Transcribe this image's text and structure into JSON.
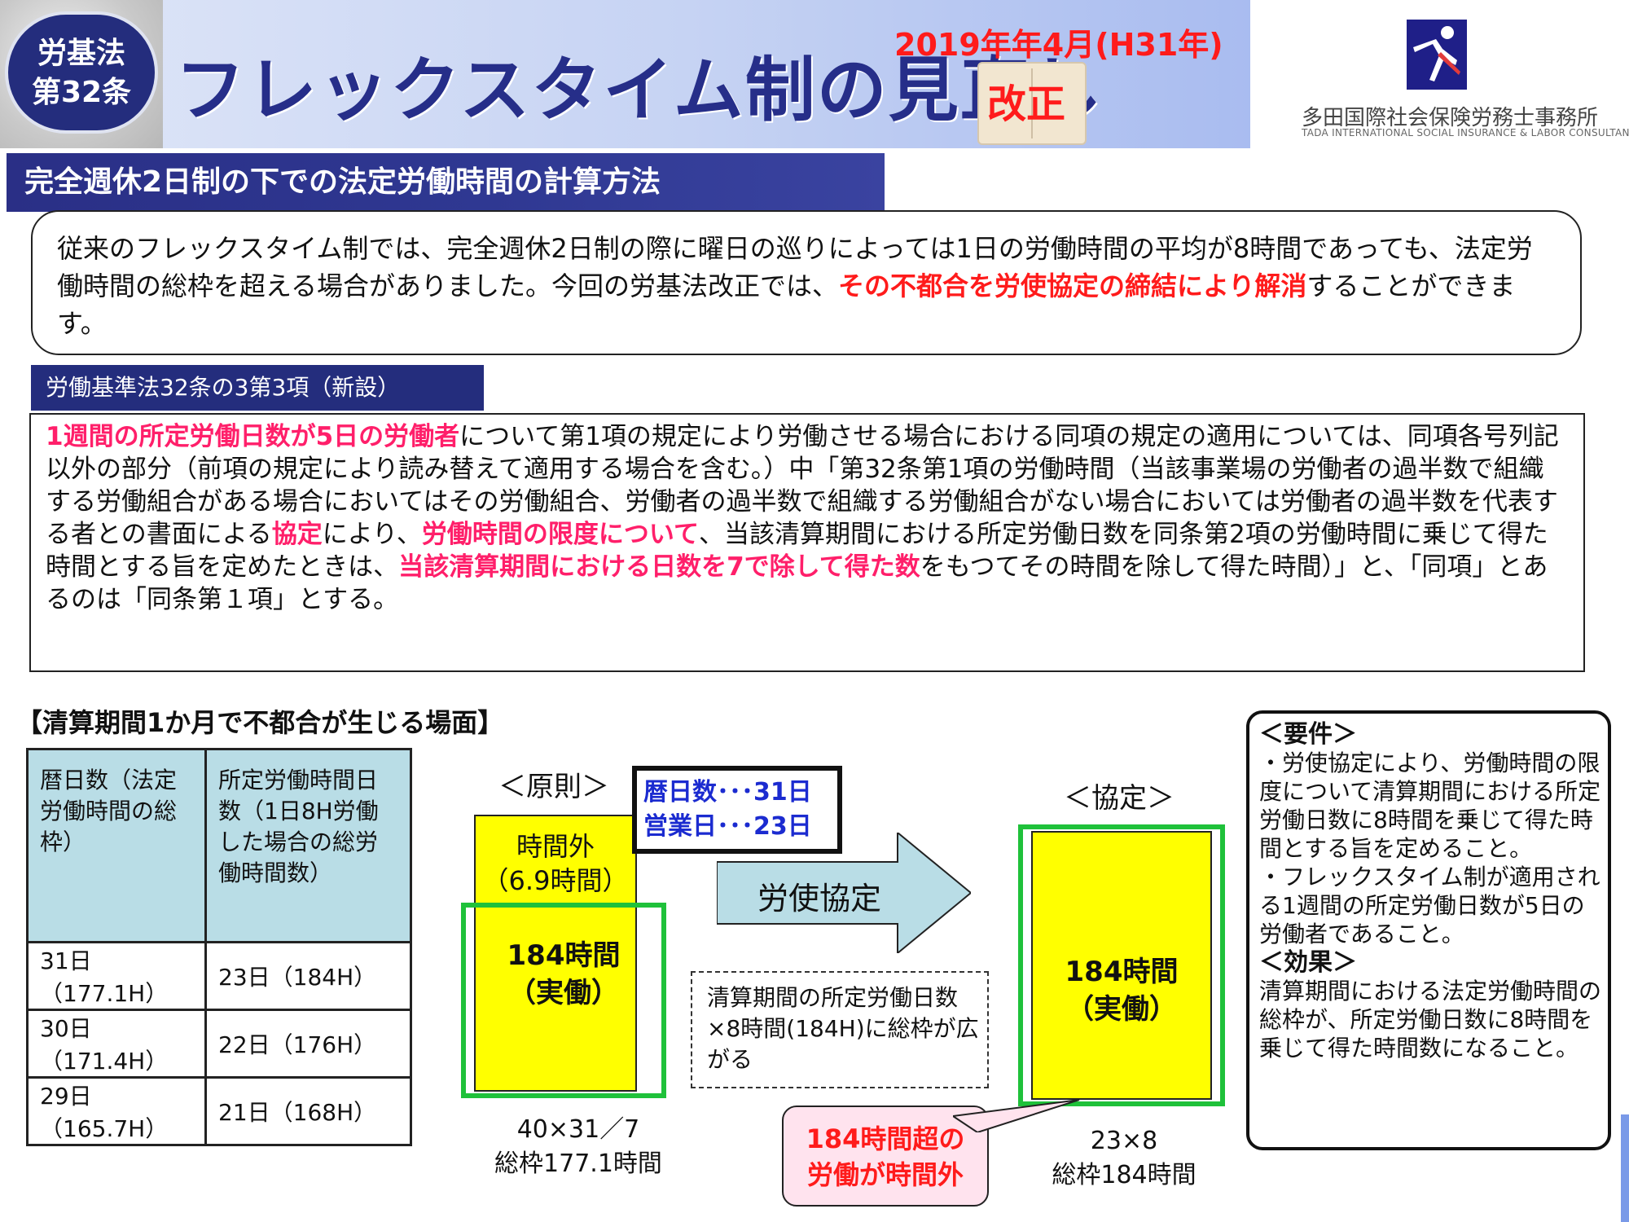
{
  "header": {
    "badge_line1": "労基法",
    "badge_line2": "第32条",
    "title": "フレックスタイム制の見直し",
    "revision_date": "2019年年4月(H31年)",
    "revision_label": "改正",
    "office_name_jp": "多田国際社会保険労務士事務所",
    "office_name_en": "TADA INTERNATIONAL SOCIAL INSURANCE & LABOR CONSULTANT OFFICE"
  },
  "section": {
    "title": "完全週休2日制の下での法定労働時間の計算方法"
  },
  "intro": {
    "part1": "従来のフレックスタイム制では、完全週休2日制の際に曜日の巡りによっては1日の労働時間の平均が8時間であっても、法定労働時間の総枠を超える場合がありました。今回の労基法改正では、",
    "highlight": "その不都合を労使協定の締結により解消",
    "part2": "することができます。"
  },
  "article": {
    "label": "労働基準法32条の3第3項（新設）",
    "seg1": "1週間の所定労働日数が5日の労働者",
    "seg2": "について第1項の規定により労働させる場合における同項の規定の適用については、同項各号列記以外の部分（前項の規定により読み替えて適用する場合を含む。）中「第32条第1項の労働時間（当該事業場の労働者の過半数で組織する労働組合がある場合においてはその労働組合、労働者の過半数で組織する労働組合がない場合においては労働者の過半数を代表する者との書面による",
    "seg3": "協定",
    "seg4": "により、",
    "seg5": "労働時間の限度について",
    "seg6": "、当該清算期間における所定労働日数を同条第2項の労働時間に乗じて得た時間とする旨を定めたときは、",
    "seg7": "当該清算期間における日数を7で除して得た数",
    "seg8": "をもつてその時間を除して得た時間）」と、「同項」とあるのは「同条第１項」とする。"
  },
  "lower": {
    "heading": "【清算期間1か月で不都合が生じる場面】",
    "table": {
      "headers": [
        "暦日数（法定労働時間の総枠）",
        "所定労働時間日数（1日8H労働した場合の総労働時間数）"
      ],
      "rows": [
        [
          "31日（177.1H）",
          "23日（184H）"
        ],
        [
          "30日（171.4H）",
          "22日（176H）"
        ],
        [
          "29日（165.7H）",
          "21日（168H）"
        ]
      ]
    },
    "principle": {
      "label": "＜原則＞",
      "overtime_line1": "時間外",
      "overtime_line2": "（6.9時間）",
      "actual_line1": "184時間",
      "actual_line2": "（実働）",
      "formula_line1": "40×31／7",
      "formula_line2": "総枠177.1時間"
    },
    "info": {
      "line1": "暦日数･･･31日",
      "line2": "営業日･･･23日"
    },
    "arrow_label": "労使協定",
    "dashed_note": "清算期間の所定労働日数×8時間(184H)に総枠が広がる",
    "agreement": {
      "label": "＜協定＞",
      "actual_line1": "184時間",
      "actual_line2": "（実働）",
      "formula_line1": "23×8",
      "formula_line2": "総枠184時間"
    },
    "callout": {
      "line1": "184時間超の",
      "line2": "労働が時間外"
    },
    "requirements": {
      "req_heading": "＜要件＞",
      "req1": "・労使協定により、労働時間の限度について清算期間における所定労働日数に8時間を乗じて得た時間とする旨を定めること。",
      "req2": "・フレックスタイム制が適用される1週間の所定労働日数が5日の労働者であること。",
      "effect_heading": "＜効果＞",
      "effect": "清算期間における法定労働時間の総枠が、所定労働日数に8時間を乗じて得た時間数になること。"
    }
  },
  "colors": {
    "navy": "#242d7d",
    "red": "#ff1b1b",
    "pink": "#ff1f6a",
    "yellow": "#ffff00",
    "green": "#1fc13a",
    "table_header": "#b9dde6",
    "arrow": "#b9dde6"
  },
  "icons": {
    "logo": "runner-logo-icon",
    "book": "open-book-icon"
  }
}
